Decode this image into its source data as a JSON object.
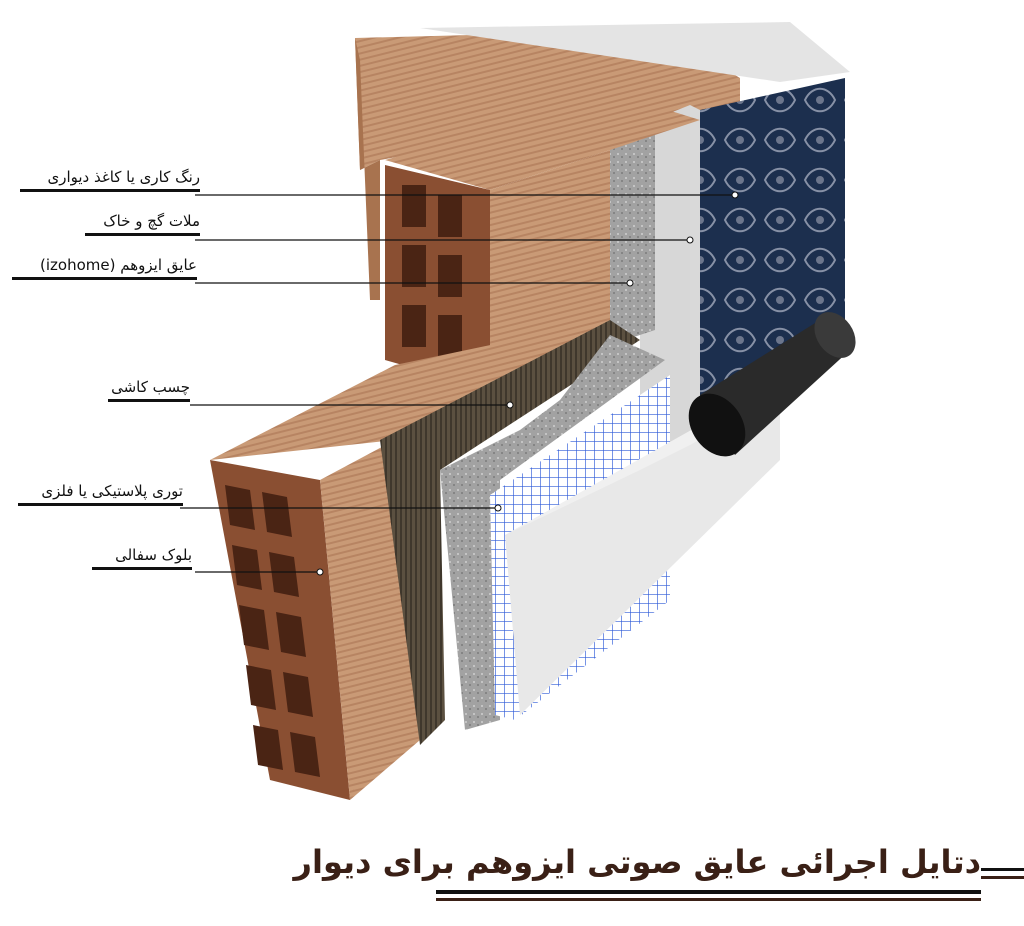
{
  "labels": [
    {
      "id": "paint",
      "text": "رنگ کاری یا کاغذ دیواری"
    },
    {
      "id": "plaster",
      "text": "ملات گچ و خاک"
    },
    {
      "id": "insulation",
      "text": "عایق ایزوهم (izohome)"
    },
    {
      "id": "tile-adhesive",
      "text": "چسب کاشی"
    },
    {
      "id": "mesh",
      "text": "توری پلاستیکی یا فلزی"
    },
    {
      "id": "clay-block",
      "text": "بلوک سفالی"
    }
  ],
  "title": "دتایل اجرائی عایق صوتی ایزوهم برای دیوار",
  "colors": {
    "brick": "#c99a76",
    "brick_dark": "#8a4f32",
    "wallpaper": "#1c2f4e",
    "insulation": "#9a9a9a",
    "mesh": "#2e5ad8",
    "adhesive": "#5b5040",
    "title_bar": "#3a2016"
  }
}
